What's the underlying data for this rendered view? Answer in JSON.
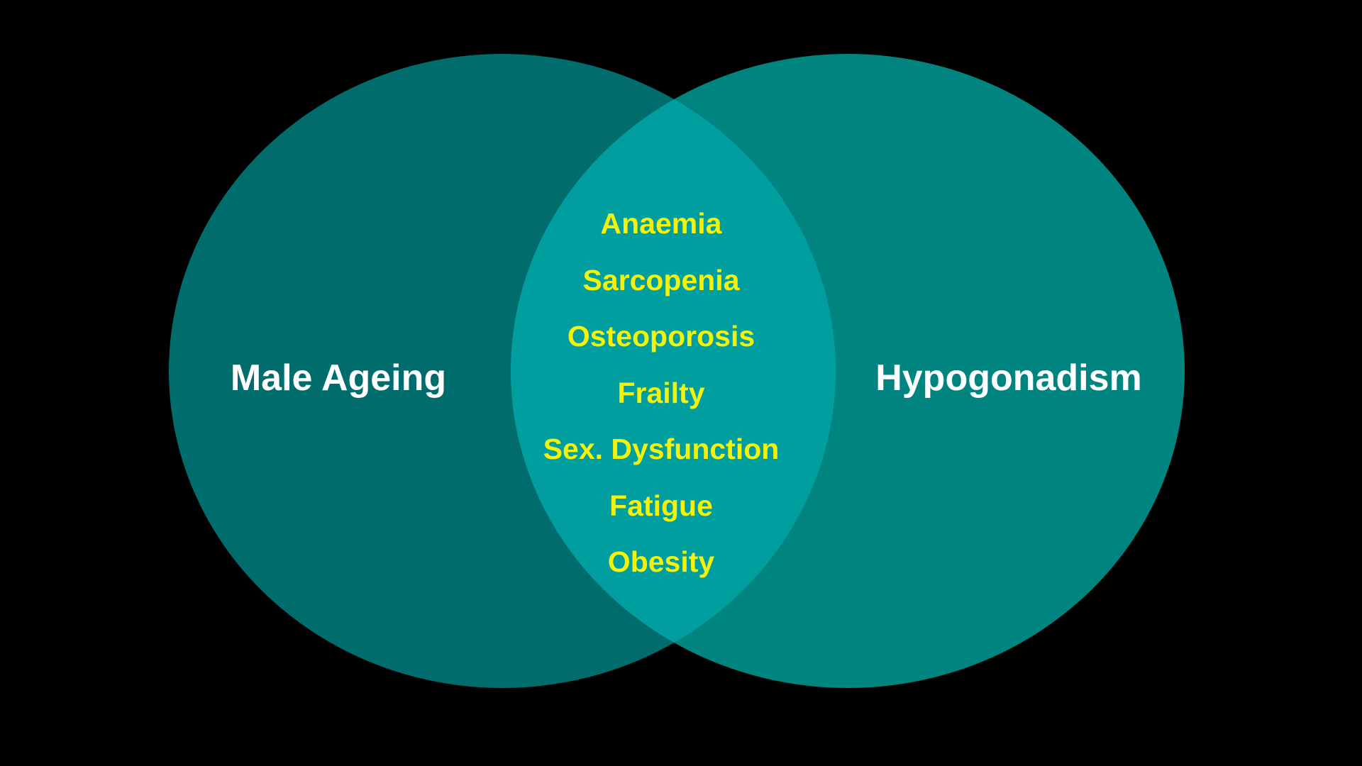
{
  "diagram": {
    "sets": [
      {
        "label": "Male Ageing",
        "color": "#006c6c"
      },
      {
        "label": "Hypogonadism",
        "color": "#008480"
      }
    ],
    "intersection_color": "#009e9e",
    "text_color_labels": "#ffffff",
    "text_color_overlap": "#f2f20a",
    "background": "#000000",
    "overlap_items": [
      "Anaemia",
      "Sarcopenia",
      "Osteoporosis",
      "Frailty",
      "Sex. Dysfunction",
      "Fatigue",
      "Obesity"
    ]
  }
}
